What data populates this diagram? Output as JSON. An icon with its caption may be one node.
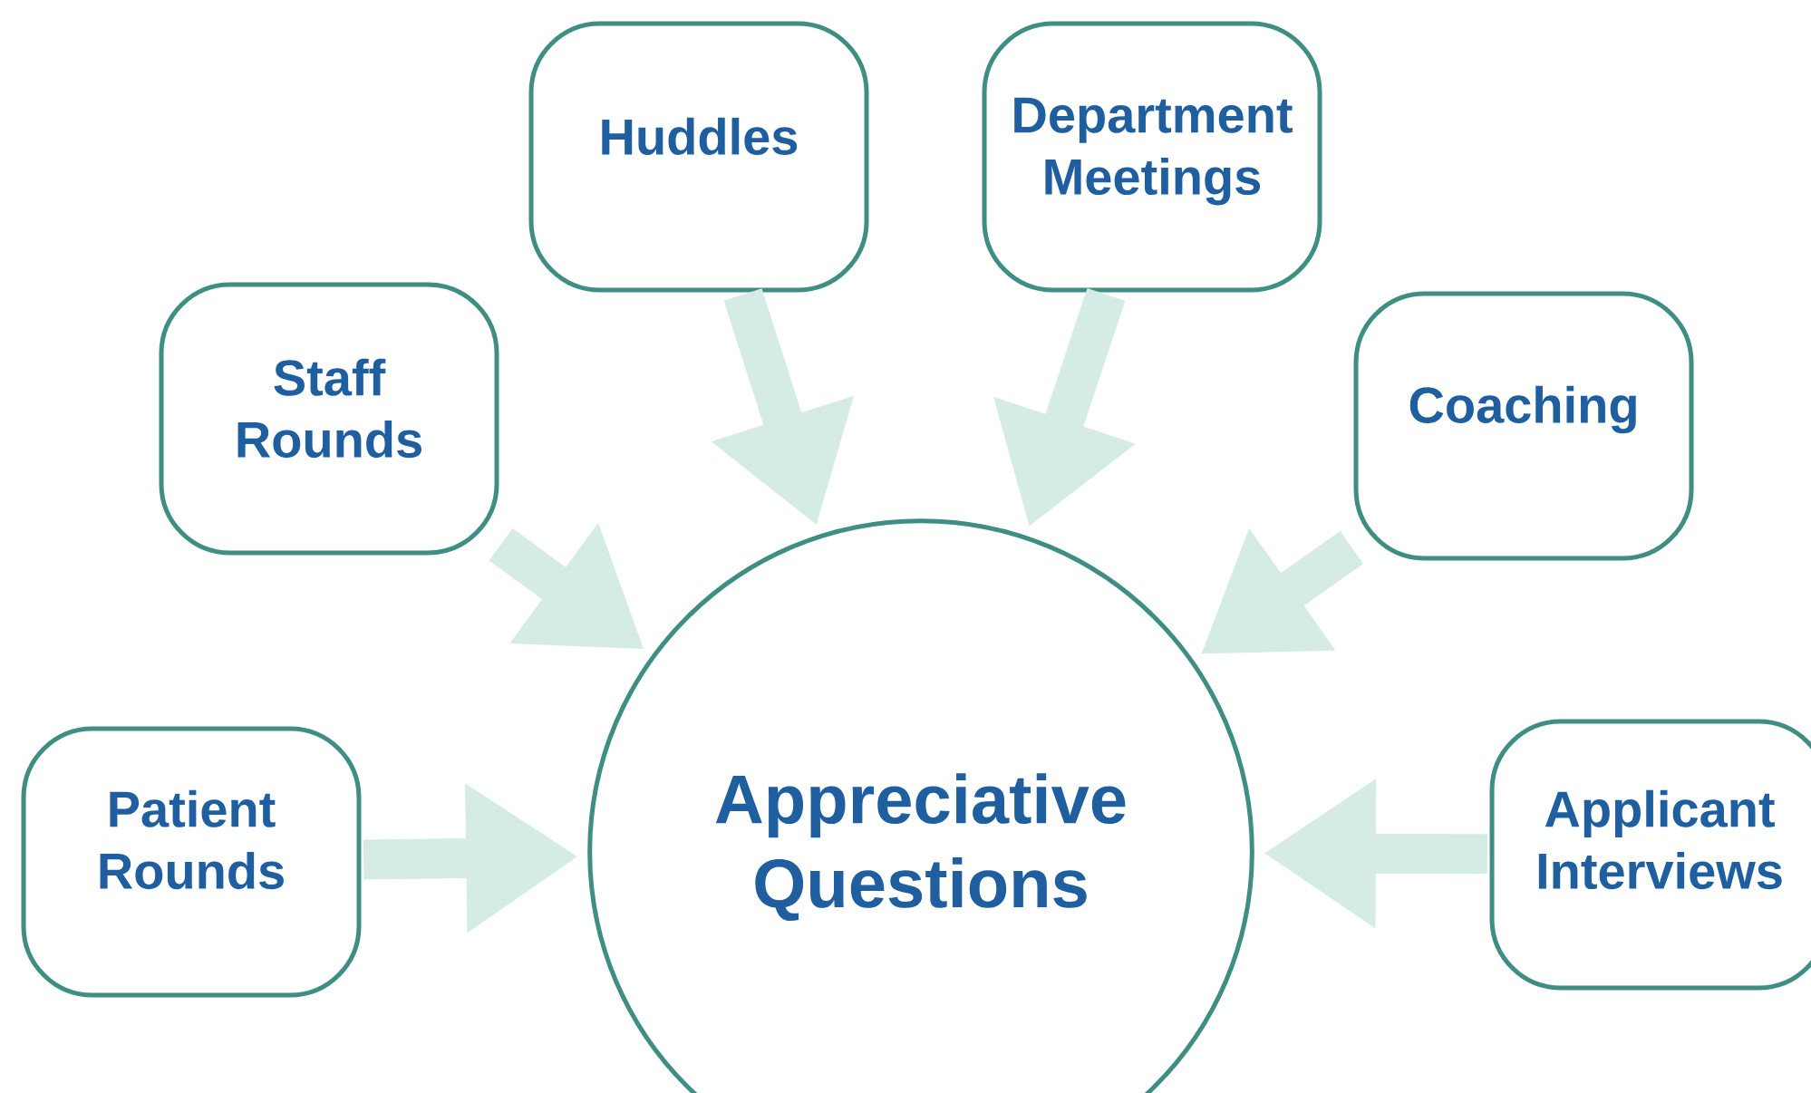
{
  "diagram": {
    "nodes": [
      {
        "text": [
          "Huddles"
        ]
      },
      {
        "text": [
          "Department Meetings"
        ]
      },
      {
        "text": [
          "Staff Rounds"
        ]
      },
      {
        "text": [
          "Coaching"
        ]
      },
      {
        "text": [
          "Patient Rounds"
        ]
      },
      {
        "text": [
          "Appreciative Questions"
        ]
      },
      {
        "text": [
          "Applicant Interviews"
        ]
      }
    ],
    "edges": [
      {
        "from": 0,
        "to": 5,
        "arrow": "to"
      },
      {
        "from": 1,
        "to": 5,
        "arrow": "to"
      },
      {
        "from": 2,
        "to": 5,
        "arrow": "to"
      },
      {
        "from": 3,
        "to": 5,
        "arrow": "to"
      },
      {
        "from": 4,
        "to": 5,
        "arrow": "to"
      },
      {
        "from": 6,
        "to": 5,
        "arrow": "to"
      }
    ]
  }
}
